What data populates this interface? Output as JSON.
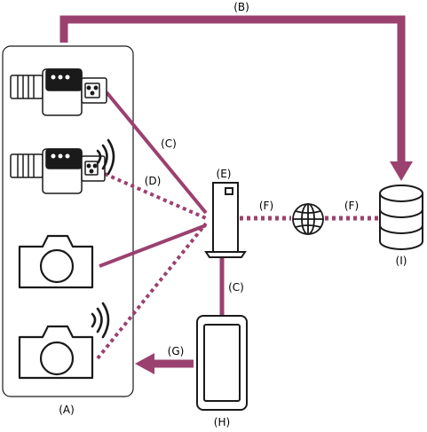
{
  "labels": {
    "A": "(A)",
    "B": "(B)",
    "C": "(C)",
    "D": "(D)",
    "E": "(E)",
    "F": "(F)",
    "G": "(G)",
    "H": "(H)",
    "I": "(I)"
  },
  "colors": {
    "connection": "#9b416f",
    "outline": "#1a1a1a",
    "background": "#ffffff"
  },
  "icons": {
    "camcorder": "video-camera-icon",
    "camcorder_wireless": "video-camera-wireless-icon",
    "camera": "photo-camera-icon",
    "camera_wireless": "photo-camera-wireless-icon",
    "server": "server-tower-icon",
    "globe": "globe-icon",
    "database": "database-icon",
    "smartphone": "smartphone-icon"
  }
}
